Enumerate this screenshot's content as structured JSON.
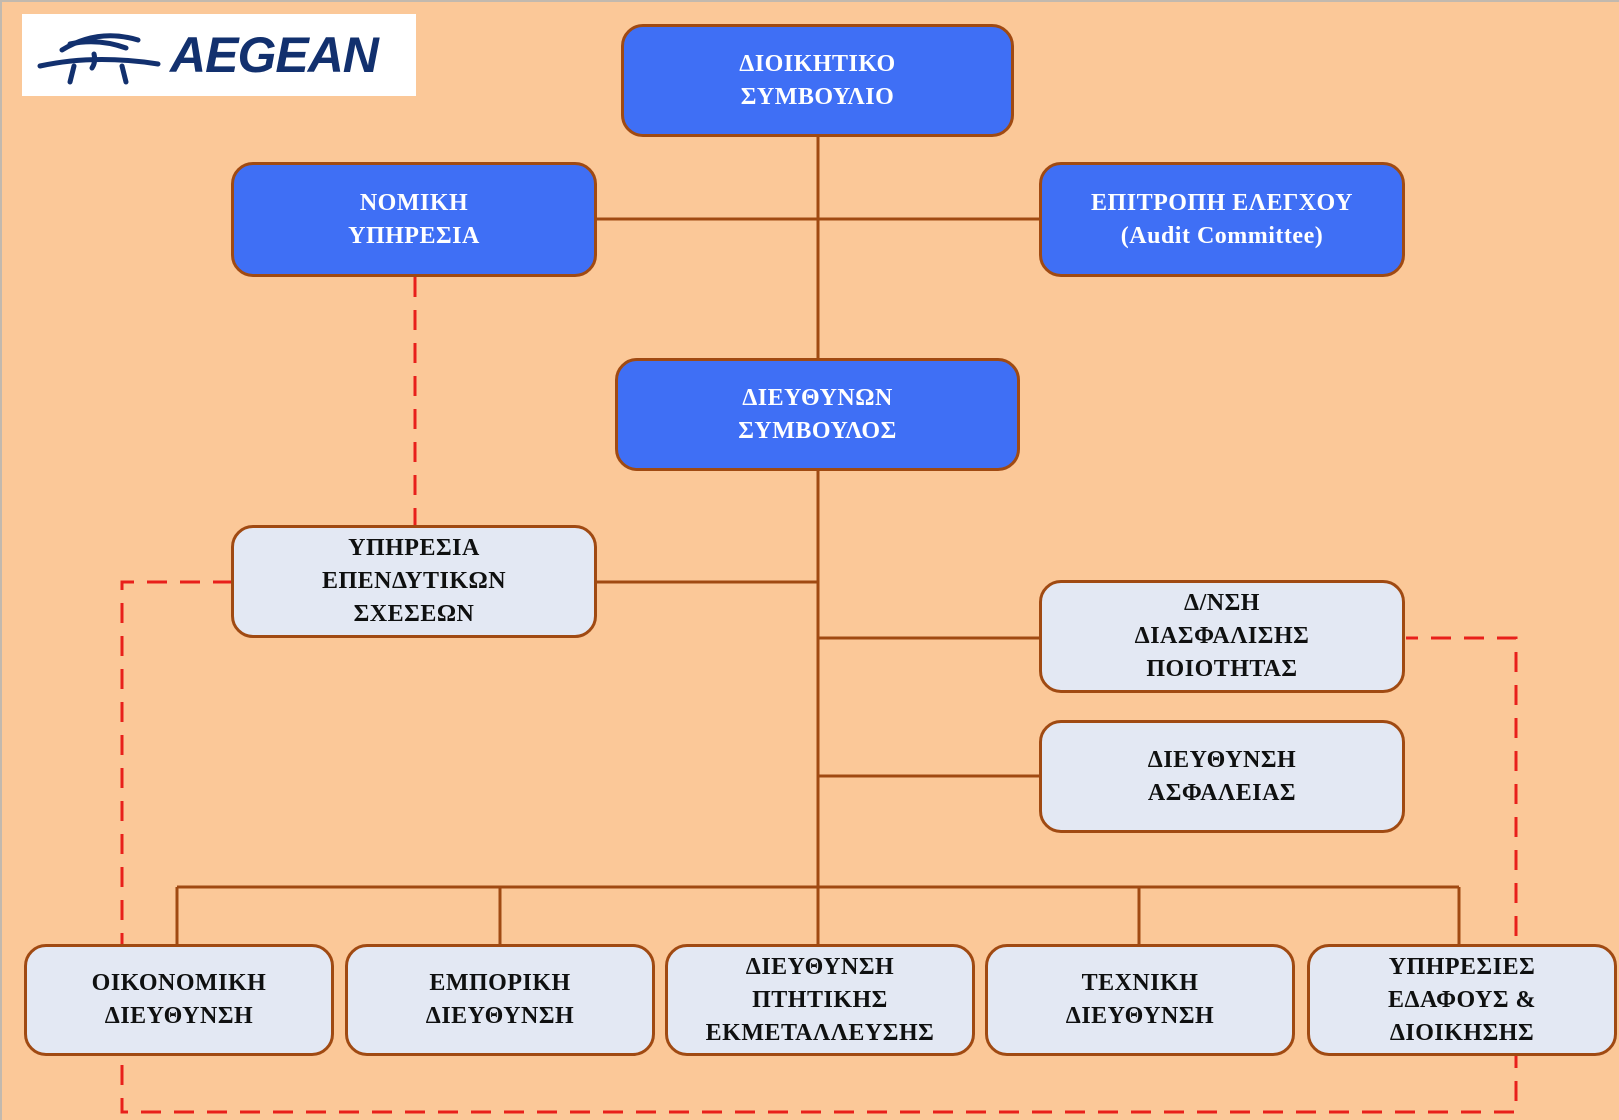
{
  "logo": {
    "text": "AEGEAN",
    "color": "#12306e"
  },
  "colors": {
    "background": "#fbc898",
    "connector": "#a04a12",
    "dashed_link": "#e8201b",
    "primary_box": "#3f6ff5",
    "secondary_box": "#e3e8f3"
  },
  "nodes": {
    "board": {
      "lines": [
        "ΔΙΟΙΚΗΤΙΚΟ",
        "ΣΥΜΒΟΥΛΙΟ"
      ]
    },
    "legal": {
      "lines": [
        "ΝΟΜΙΚΗ",
        "ΥΠΗΡΕΣΙΑ"
      ]
    },
    "audit": {
      "lines": [
        "ΕΠΙΤΡΟΠΗ ΕΛΕΓΧΟΥ",
        "(Audit Committee)"
      ]
    },
    "ceo": {
      "lines": [
        "ΔΙΕΥΘΥΝΩΝ",
        "ΣΥΜΒΟΥΛΟΣ"
      ]
    },
    "investor": {
      "lines": [
        "ΥΠΗΡΕΣΙΑ",
        "ΕΠΕΝΔΥΤΙΚΩΝ",
        "ΣΧΕΣΕΩΝ"
      ]
    },
    "quality": {
      "lines": [
        "Δ/ΝΣΗ",
        "ΔΙΑΣΦΑΛΙΣΗΣ",
        "ΠΟΙΟΤΗΤΑΣ"
      ]
    },
    "safety": {
      "lines": [
        "ΔΙΕΥΘΥΝΣΗ",
        "ΑΣΦΑΛΕΙΑΣ"
      ]
    },
    "finance": {
      "lines": [
        "ΟΙΚΟΝΟΜΙΚΗ",
        "ΔΙΕΥΘΥΝΣΗ"
      ]
    },
    "commercial": {
      "lines": [
        "ΕΜΠΟΡΙΚΗ",
        "ΔΙΕΥΘΥΝΣΗ"
      ]
    },
    "flight_ops": {
      "lines": [
        "ΔΙΕΥΘΥΝΣΗ",
        "ΠΤΗΤΙΚΗΣ",
        "ΕΚΜΕΤΑΛΛΕΥΣΗΣ"
      ]
    },
    "technical": {
      "lines": [
        "ΤΕΧΝΙΚΗ",
        "ΔΙΕΥΘΥΝΣΗ"
      ]
    },
    "ground": {
      "lines": [
        "ΥΠΗΡΕΣΙΕΣ",
        "ΕΔΑΦΟΥΣ &",
        "ΔΙΟΙΚΗΣΗΣ"
      ]
    }
  }
}
